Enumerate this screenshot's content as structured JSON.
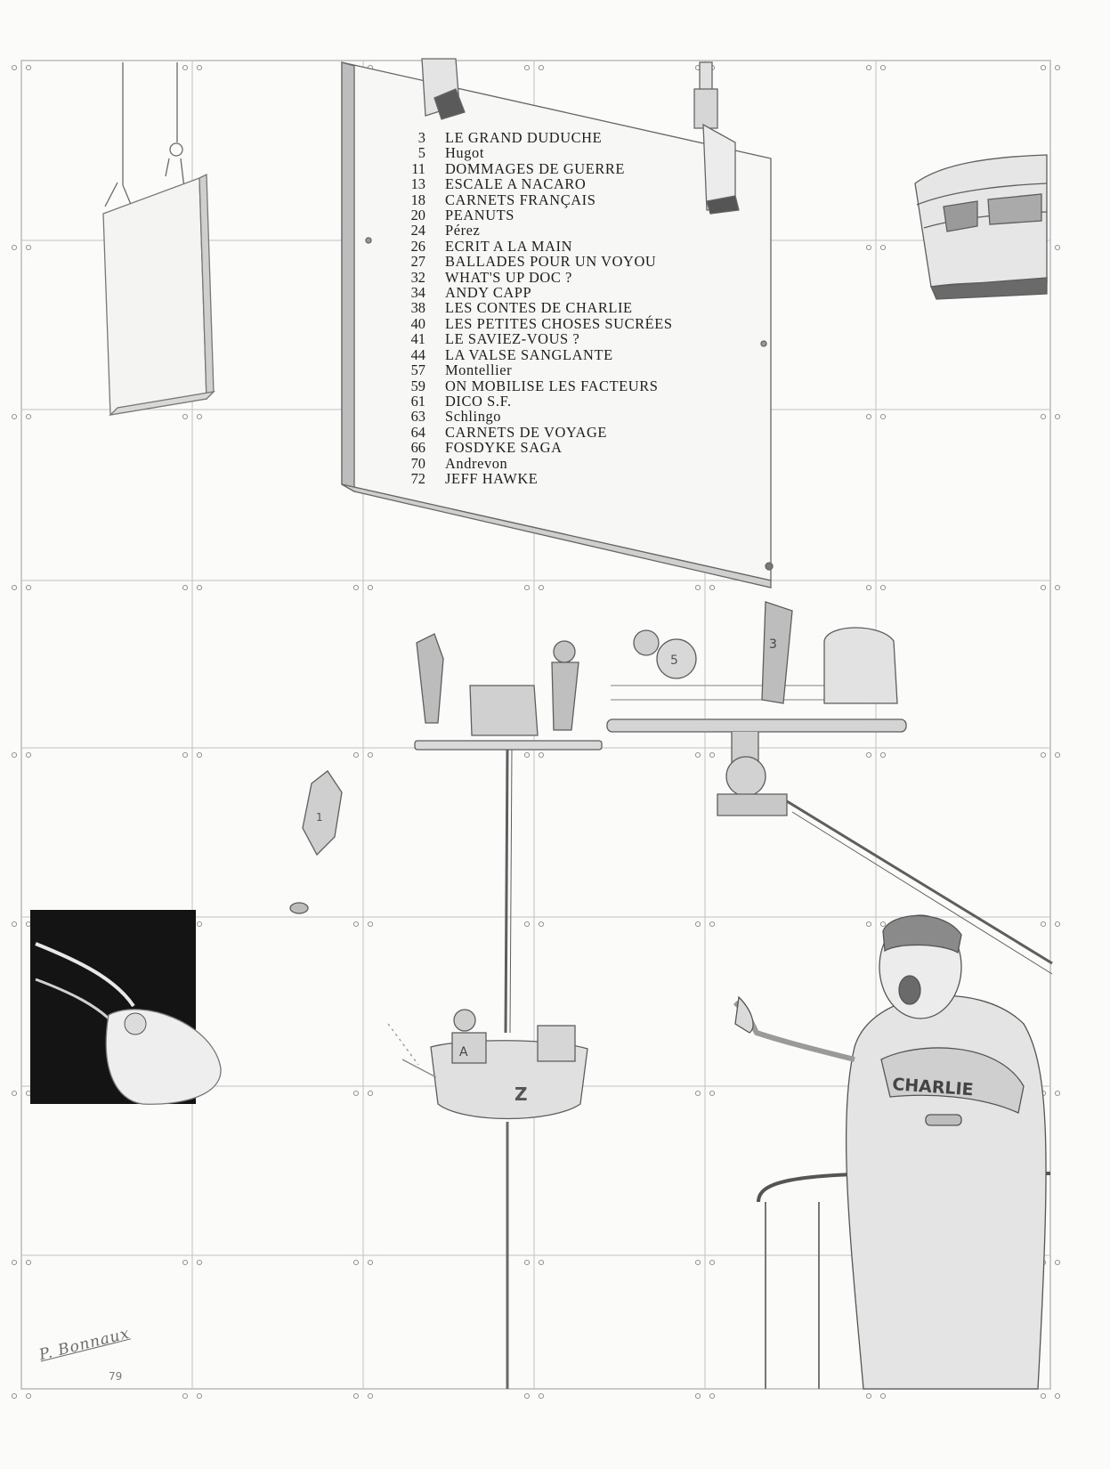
{
  "contents": [
    {
      "page": "3",
      "title": "LE GRAND DUDUCHE"
    },
    {
      "page": "5",
      "title": "Hugot"
    },
    {
      "page": "11",
      "title": "DOMMAGES DE GUERRE"
    },
    {
      "page": "13",
      "title": "ESCALE A NACARO"
    },
    {
      "page": "18",
      "title": "CARNETS FRANÇAIS"
    },
    {
      "page": "20",
      "title": "PEANUTS"
    },
    {
      "page": "24",
      "title": "Pérez"
    },
    {
      "page": "26",
      "title": "ECRIT A LA MAIN"
    },
    {
      "page": "27",
      "title": "BALLADES POUR UN VOYOU"
    },
    {
      "page": "32",
      "title": "WHAT'S UP DOC ?"
    },
    {
      "page": "34",
      "title": "ANDY CAPP"
    },
    {
      "page": "38",
      "title": "LES CONTES DE CHARLIE"
    },
    {
      "page": "40",
      "title": "LES PETITES CHOSES SUCRÉES"
    },
    {
      "page": "41",
      "title": "LE SAVIEZ-VOUS ?"
    },
    {
      "page": "44",
      "title": "LA VALSE SANGLANTE"
    },
    {
      "page": "57",
      "title": "Montellier"
    },
    {
      "page": "59",
      "title": "ON MOBILISE LES FACTEURS"
    },
    {
      "page": "61",
      "title": "DICO S.F."
    },
    {
      "page": "63",
      "title": "Schlingo"
    },
    {
      "page": "64",
      "title": "CARNETS DE VOYAGE"
    },
    {
      "page": "66",
      "title": "FOSDYKE SAGA"
    },
    {
      "page": "70",
      "title": "Andrevon"
    },
    {
      "page": "72",
      "title": "JEFF HAWKE"
    }
  ],
  "illustration": {
    "jacket_lettering": "CHARLIE",
    "pod_letter_a": "A",
    "pod_letter_z": "Z",
    "robot_number_5": "5",
    "robot_number_3": "3",
    "robot_number_1": "1"
  },
  "signature": {
    "name": "P. Bonnaux",
    "year": "79"
  }
}
